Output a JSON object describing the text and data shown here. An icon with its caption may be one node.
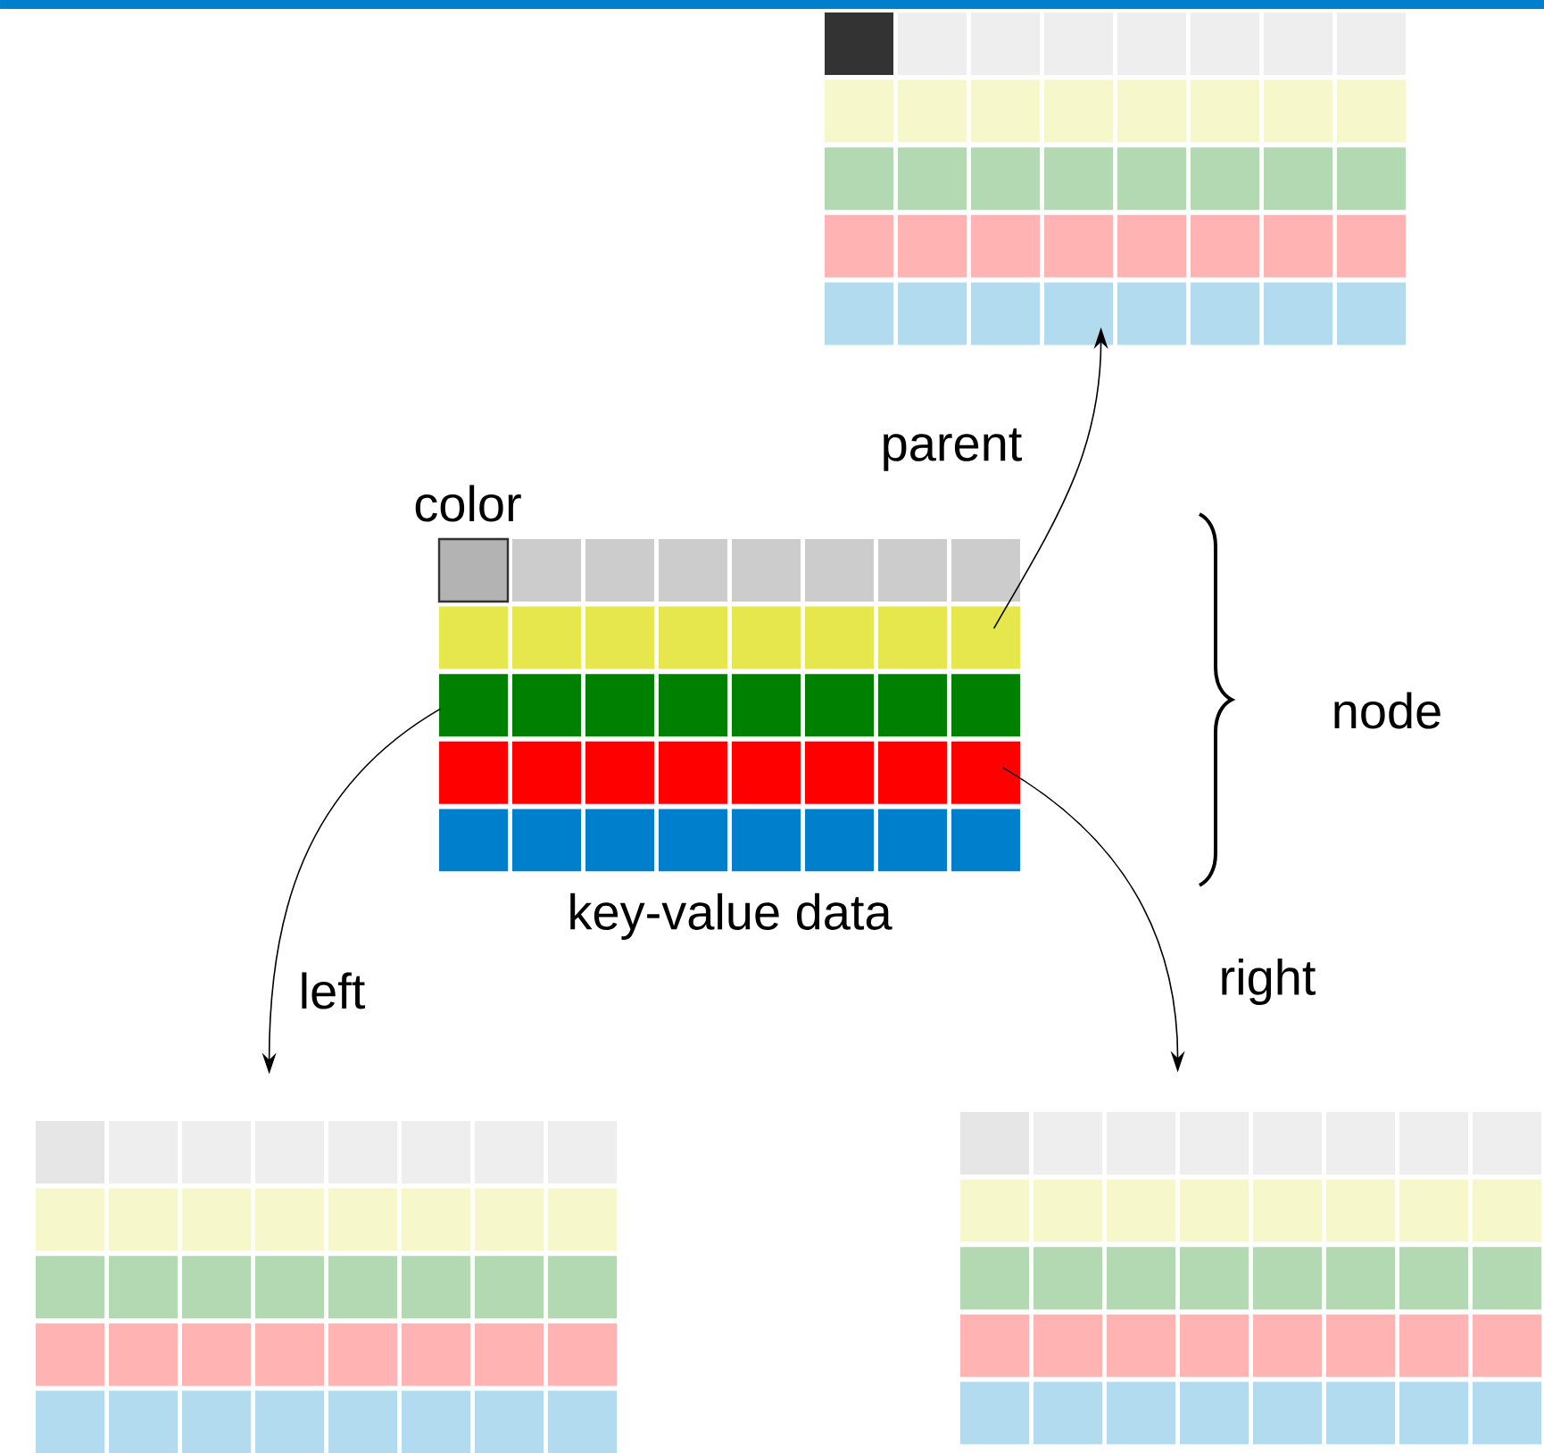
{
  "diagram": {
    "nodes": [
      {
        "text": [
          "key-value data"
        ]
      },
      {
        "text": [],
        "shape": "grid"
      },
      {
        "text": [],
        "shape": "grid"
      },
      {
        "text": [],
        "shape": "grid"
      }
    ],
    "edges": [
      {
        "from": 0,
        "to": 1,
        "arrow": "to",
        "label": "parent"
      },
      {
        "from": 0,
        "to": 2,
        "arrow": "to",
        "label": "left"
      },
      {
        "from": 0,
        "to": 3,
        "arrow": "to",
        "label": "right"
      }
    ],
    "labels": [
      "color",
      "node"
    ]
  }
}
